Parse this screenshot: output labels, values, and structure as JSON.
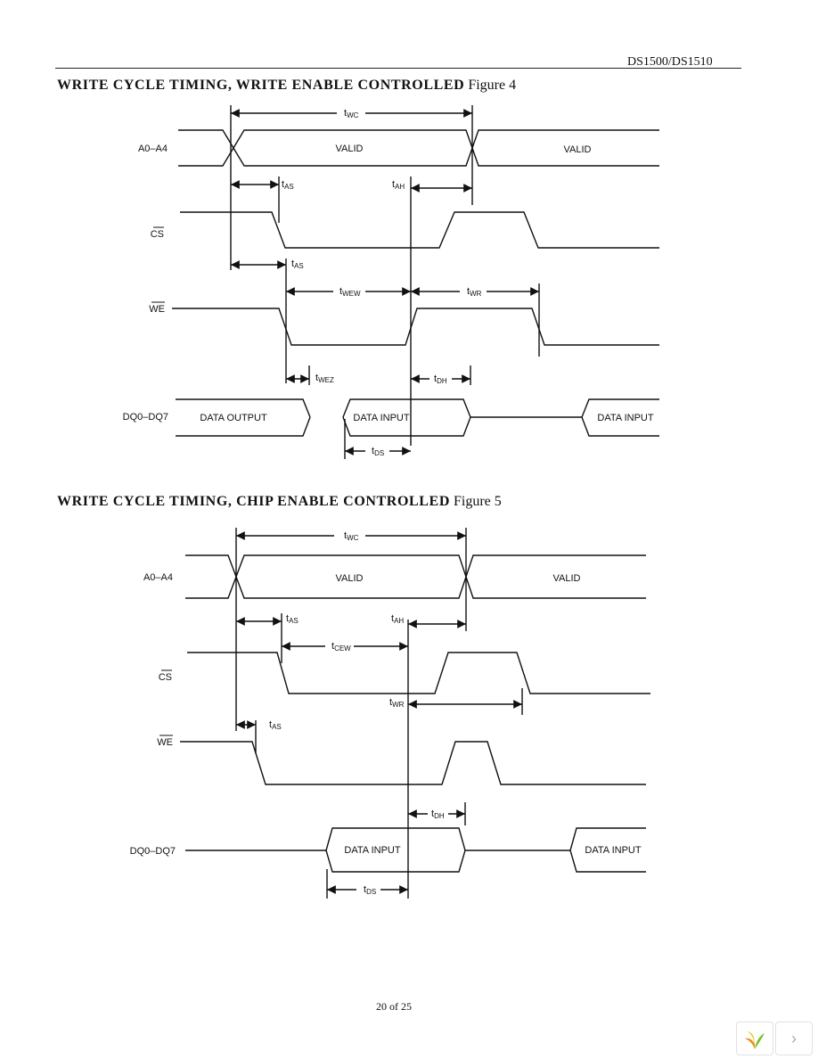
{
  "header": {
    "doc_id": "DS1500/DS1510"
  },
  "figure4": {
    "title_main": "WRITE CYCLE TIMING, WRITE ENABLE CONTROLLED",
    "title_num": "Figure 4",
    "signals": {
      "addr": "A0–A4",
      "cs": "CS",
      "we": "WE",
      "dq": "DQ0–DQ7"
    },
    "valid_label": "VALID",
    "data_output": "DATA OUTPUT",
    "data_input": "DATA INPUT",
    "timing": {
      "wc": "WC",
      "as": "AS",
      "ah": "AH",
      "wew": "WEW",
      "wr": "WR",
      "wez": "WEZ",
      "dh": "DH",
      "ds": "DS"
    }
  },
  "figure5": {
    "title_main": "WRITE CYCLE TIMING, CHIP ENABLE CONTROLLED",
    "title_num": "Figure 5",
    "signals": {
      "addr": "A0–A4",
      "cs": "CS",
      "we": "WE",
      "dq": "DQ0–DQ7"
    },
    "valid_label": "VALID",
    "data_input": "DATA INPUT",
    "timing": {
      "wc": "WC",
      "as": "AS",
      "ah": "AH",
      "cew": "CEW",
      "wr": "WR",
      "dh": "DH",
      "ds": "DS"
    }
  },
  "footer": {
    "page": "20 of 25"
  },
  "viewer": {
    "logo_icon": "viewer-logo-icon",
    "next_icon": "chevron-right-icon"
  }
}
